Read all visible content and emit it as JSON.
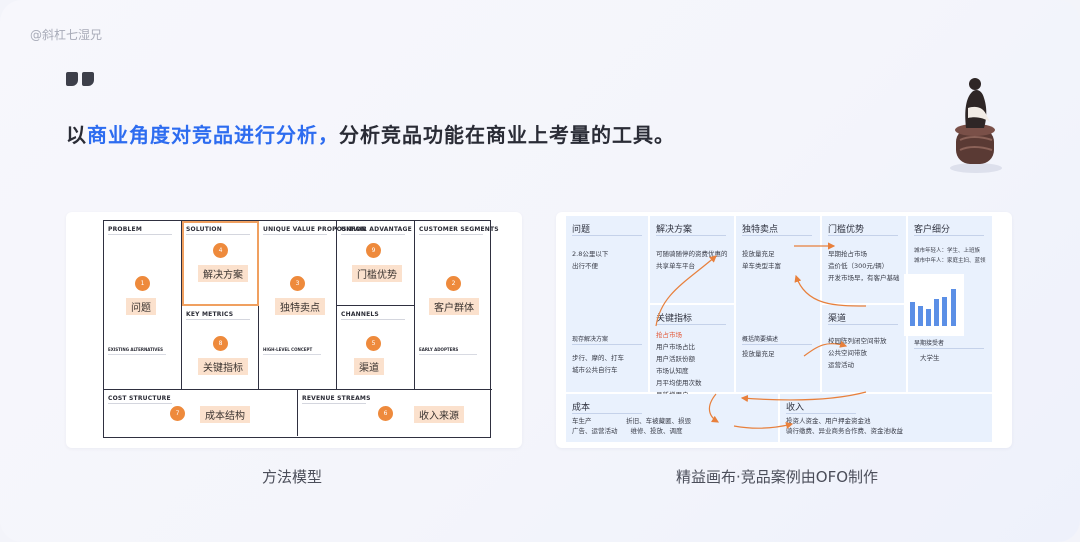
{
  "watermark": "@斜杠七湿兄",
  "headline": {
    "prefix": "以",
    "highlight": "商业角度对竞品进行分析，",
    "suffix": "分析竞品功能在商业上考量的工具。"
  },
  "captions": {
    "left": "方法模型",
    "right": "精益画布·竞品案例由OFO制作"
  },
  "colors": {
    "accent": "#2d6cf0",
    "orange": "#ee8a3c",
    "tag_bg": "#fbe1cd",
    "lean_cell": "#e9f1fd"
  },
  "bmc": {
    "cells": {
      "problem": "PROBLEM",
      "solution": "SOLUTION",
      "uvp": "UNIQUE VALUE PROPOSITION",
      "unfair": "UNFAIR ADVANTAGE",
      "segments": "CUSTOMER SEGMENTS",
      "metrics": "KEY METRICS",
      "channels": "CHANNELS",
      "cost": "COST STRUCTURE",
      "revenue": "REVENUE STREAMS"
    },
    "minis": {
      "existing": "EXISTING ALTERNATIVES",
      "concept": "HIGH-LEVEL CONCEPT",
      "early": "EARLY ADOPTERS"
    },
    "items": [
      {
        "num": "1",
        "tag": "问题"
      },
      {
        "num": "4",
        "tag": "解决方案"
      },
      {
        "num": "3",
        "tag": "独特卖点"
      },
      {
        "num": "9",
        "tag": "门槛优势"
      },
      {
        "num": "2",
        "tag": "客户群体"
      },
      {
        "num": "8",
        "tag": "关键指标"
      },
      {
        "num": "5",
        "tag": "渠道"
      },
      {
        "num": "7",
        "tag": "成本结构"
      },
      {
        "num": "6",
        "tag": "收入来源"
      }
    ]
  },
  "lean": {
    "problem": {
      "title": "问题",
      "lines": [
        "2.8公里以下",
        "出行不便"
      ],
      "sub_title": "现存解决方案",
      "sub_lines": [
        "步行、摩的、打车",
        "城市公共自行车"
      ]
    },
    "solution": {
      "title": "解决方案",
      "lines": [
        "可随骑随停的资费优惠的",
        "共享单车平台"
      ]
    },
    "metrics": {
      "title": "关键指标",
      "highlight": "抢占市场",
      "lines": [
        "用户市场占比",
        "用户活跃份额",
        "市场认知度",
        "月平均使用次数",
        "月新增用户"
      ]
    },
    "uvp": {
      "title": "独特卖点",
      "lines": [
        "投放量充足",
        "单车类型丰富"
      ],
      "sub_title": "概括简要描述",
      "sub_lines": [
        "投放量充足"
      ]
    },
    "unfair": {
      "title": "门槛优势",
      "lines": [
        "早期抢占市场",
        "造价低（300元/辆）",
        "开发市场早，有客户基础"
      ]
    },
    "channels": {
      "title": "渠道",
      "lines": [
        "校园陈列闭空间带放",
        "公共空间带放",
        "运营活动"
      ]
    },
    "segments": {
      "title": "客户细分",
      "lines": [
        "城市年轻人：学生、上班族",
        "城市中年人：家庭主妇、蓝领"
      ],
      "sub_title": "早期接受者",
      "sub_lines": [
        "大学生"
      ]
    },
    "cost": {
      "title": "成本",
      "lines": [
        "车生产　　　　　 折旧、车被藏匿、损毁",
        "广告、运营活动　　维修、投放、调度"
      ]
    },
    "revenue": {
      "title": "收入",
      "lines": [
        "投资人资金、用户押金资金池",
        "骑行缴费、异业商务合作费、资金池收益"
      ]
    },
    "chart_values": [
      0.52,
      0.44,
      0.36,
      0.58,
      0.62,
      0.8
    ]
  }
}
